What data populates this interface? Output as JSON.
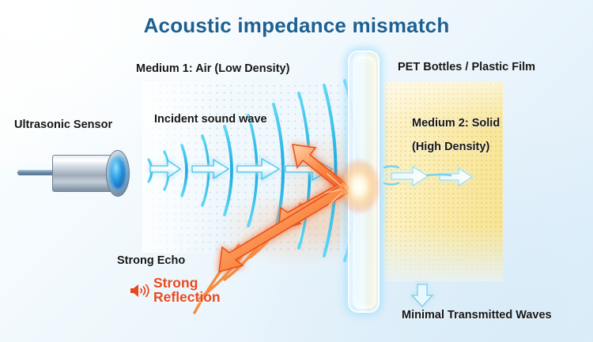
{
  "title": "Acoustic impedance mismatch",
  "labels": {
    "medium1": "Medium 1: Air (Low Density)",
    "pet": "PET Bottles / Plastic Film",
    "medium2_line1": "Medium 2: Solid",
    "medium2_line2": "(High Density)",
    "sensor": "Ultrasonic Sensor",
    "incident": "Incident sound wave",
    "strong_echo": "Strong Echo",
    "strong_reflection_line1": "Strong",
    "strong_reflection_line2": "Reflection",
    "minimal": "Minimal Transmitted Waves"
  },
  "icons": {
    "speaker": "speaker-loud-icon",
    "down_arrow": "down-arrow-icon"
  },
  "colors": {
    "title": "#1d6091",
    "label": "#161616",
    "reflection": "#e8491f",
    "incident_wave": "#29b6e8",
    "echo_arrow": "#f4632a",
    "solid_medium": "#f8e69c",
    "background": "#e9f4fb",
    "sensor_lens": "#2a9ee4"
  },
  "diagram": {
    "type": "physics-illustration",
    "incident_arrow_count": 4,
    "reflected_arrow_count": 3,
    "transmitted_arrow_count": 2,
    "incident_arc_count": 9,
    "echo_arc_count": 5
  }
}
